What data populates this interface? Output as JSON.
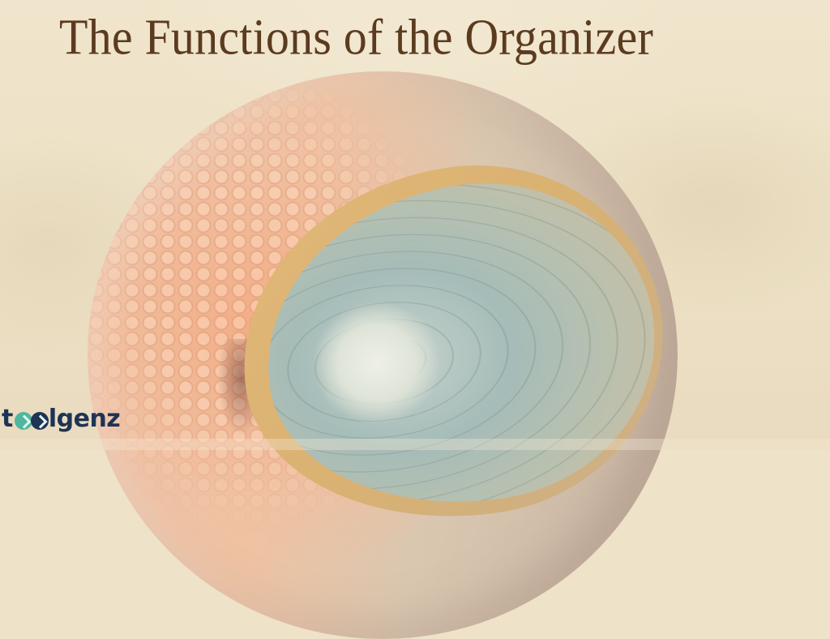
{
  "title": "The Functions of the Organizer",
  "illustration": {
    "subject": "embryo-organizer-sphere",
    "colors": {
      "background": "#eee2c8",
      "title_text": "#5b3b1f",
      "sphere_peach": "#efc3a3",
      "fold_gold": "#e2b877",
      "opening_teal": "#a5bcb8"
    }
  },
  "logo": {
    "prefix": "t",
    "suffix": "lgenz",
    "full_text": "toolgenz",
    "colors": {
      "navy": "#1d3454",
      "teal": "#4fb7a0"
    }
  }
}
